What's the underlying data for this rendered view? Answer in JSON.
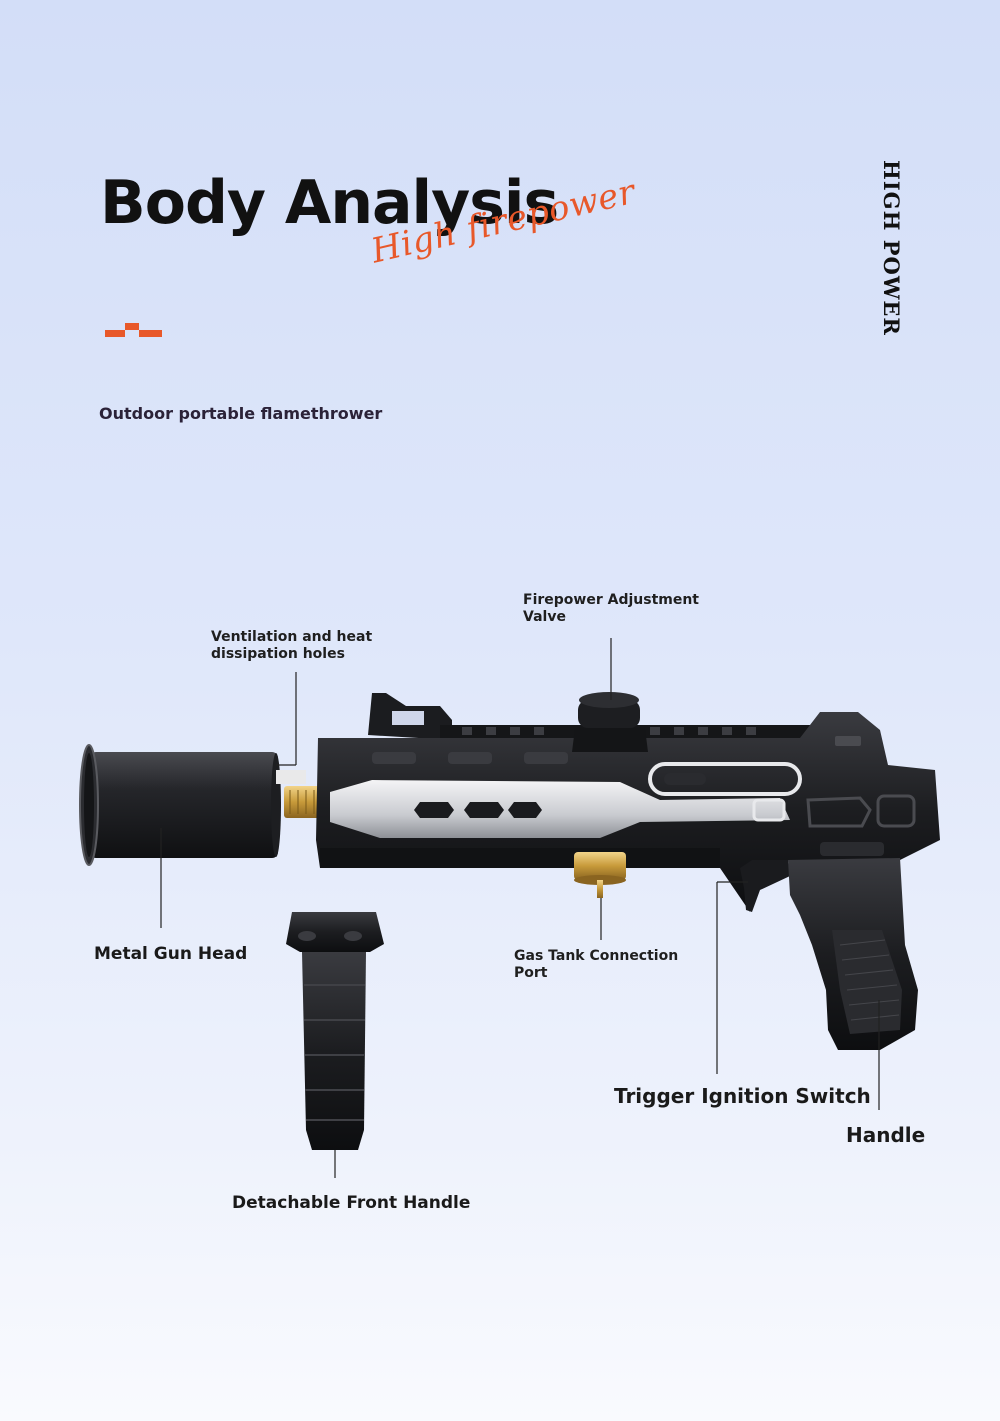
{
  "header": {
    "title": "Body Analysis",
    "script_text": "High firepower",
    "vertical_text": "HIGH POWER",
    "subtitle": "Outdoor portable flamethrower",
    "accent_color": "#e8582a"
  },
  "labels": {
    "firepower_valve": [
      "Firepower Adjustment",
      "Valve"
    ],
    "ventilation_holes": [
      "Ventilation and heat",
      "dissipation holes"
    ],
    "metal_gun_head": "Metal Gun Head",
    "gas_tank_port": [
      "Gas Tank Connection",
      "Port"
    ],
    "trigger_switch": "Trigger Ignition Switch",
    "handle": "Handle",
    "front_handle": "Detachable Front Handle"
  }
}
